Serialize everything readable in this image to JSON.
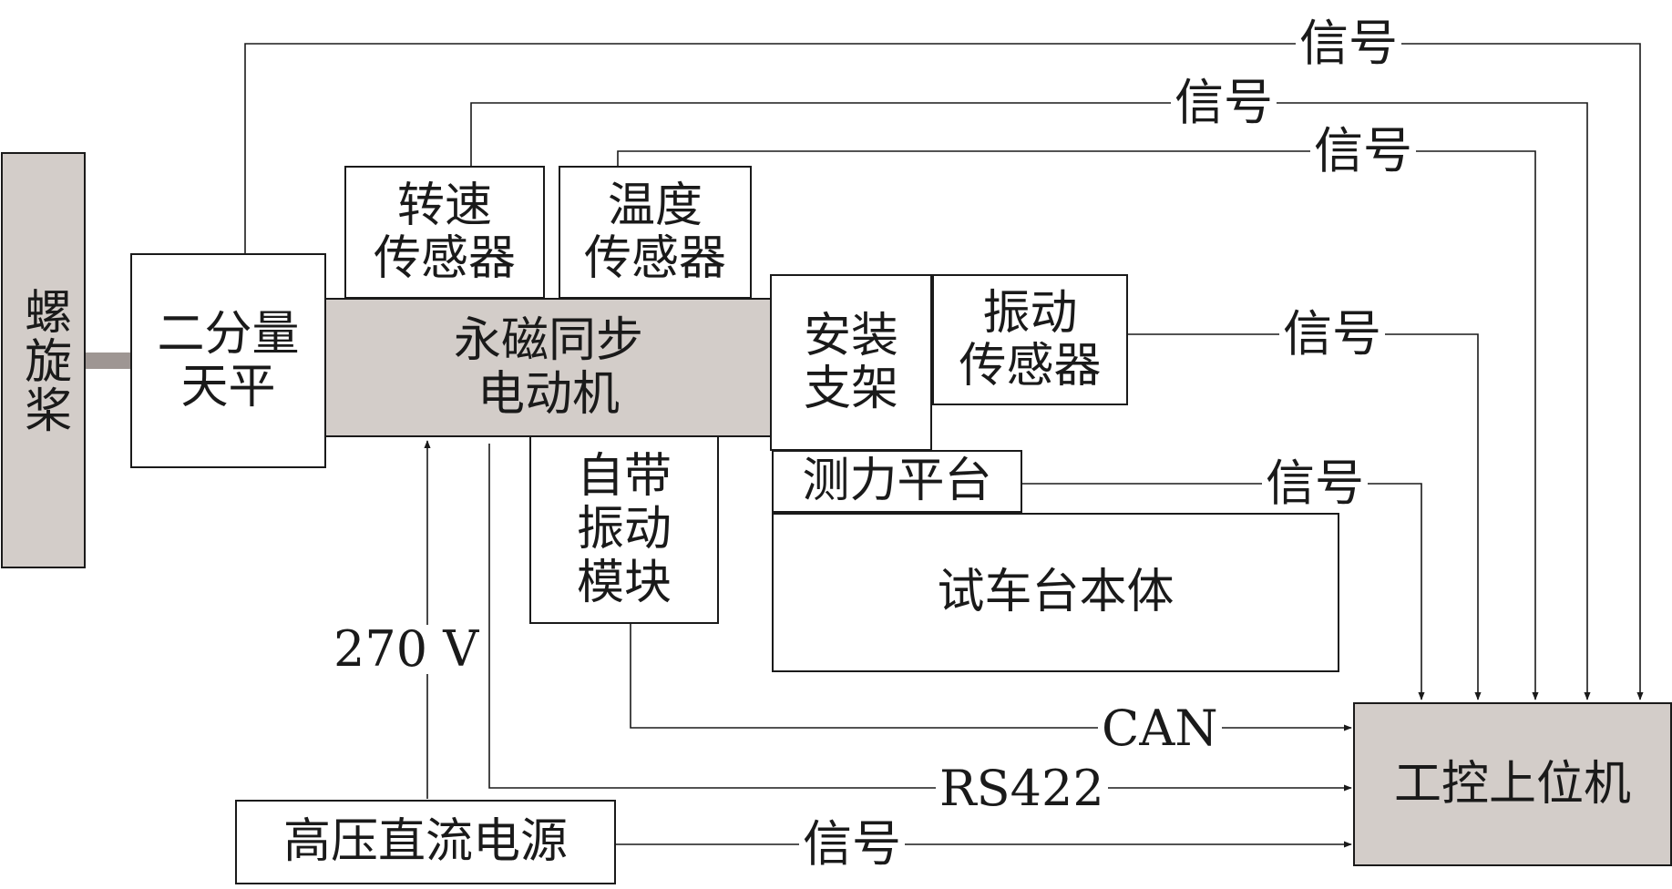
{
  "blocks": {
    "propeller": "螺旋桨",
    "balance_line1": "二分量",
    "balance_line2": "天平",
    "speed_sensor_line1": "转速",
    "speed_sensor_line2": "传感器",
    "temp_sensor_line1": "温度",
    "temp_sensor_line2": "传感器",
    "motor_line1": "永磁同步",
    "motor_line2": "电动机",
    "bracket_line1": "安装",
    "bracket_line2": "支架",
    "vib_sensor_line1": "振动",
    "vib_sensor_line2": "传感器",
    "vib_module_line1": "自带",
    "vib_module_line2": "振动",
    "vib_module_line3": "模块",
    "force_platform": "测力平台",
    "test_bench_body": "试车台本体",
    "host_computer": "工控上位机",
    "power_supply": "高压直流电源"
  },
  "labels": {
    "signal_balance": "信号",
    "signal_speed": "信号",
    "signal_temp": "信号",
    "signal_vibration": "信号",
    "signal_platform": "信号",
    "signal_power": "信号",
    "can": "CAN",
    "rs422": "RS422",
    "voltage": "270 V"
  },
  "colors": {
    "box_fill_gray": "#d3cdc9",
    "line": "#1a1a1a",
    "shaft": "#9e9693"
  }
}
